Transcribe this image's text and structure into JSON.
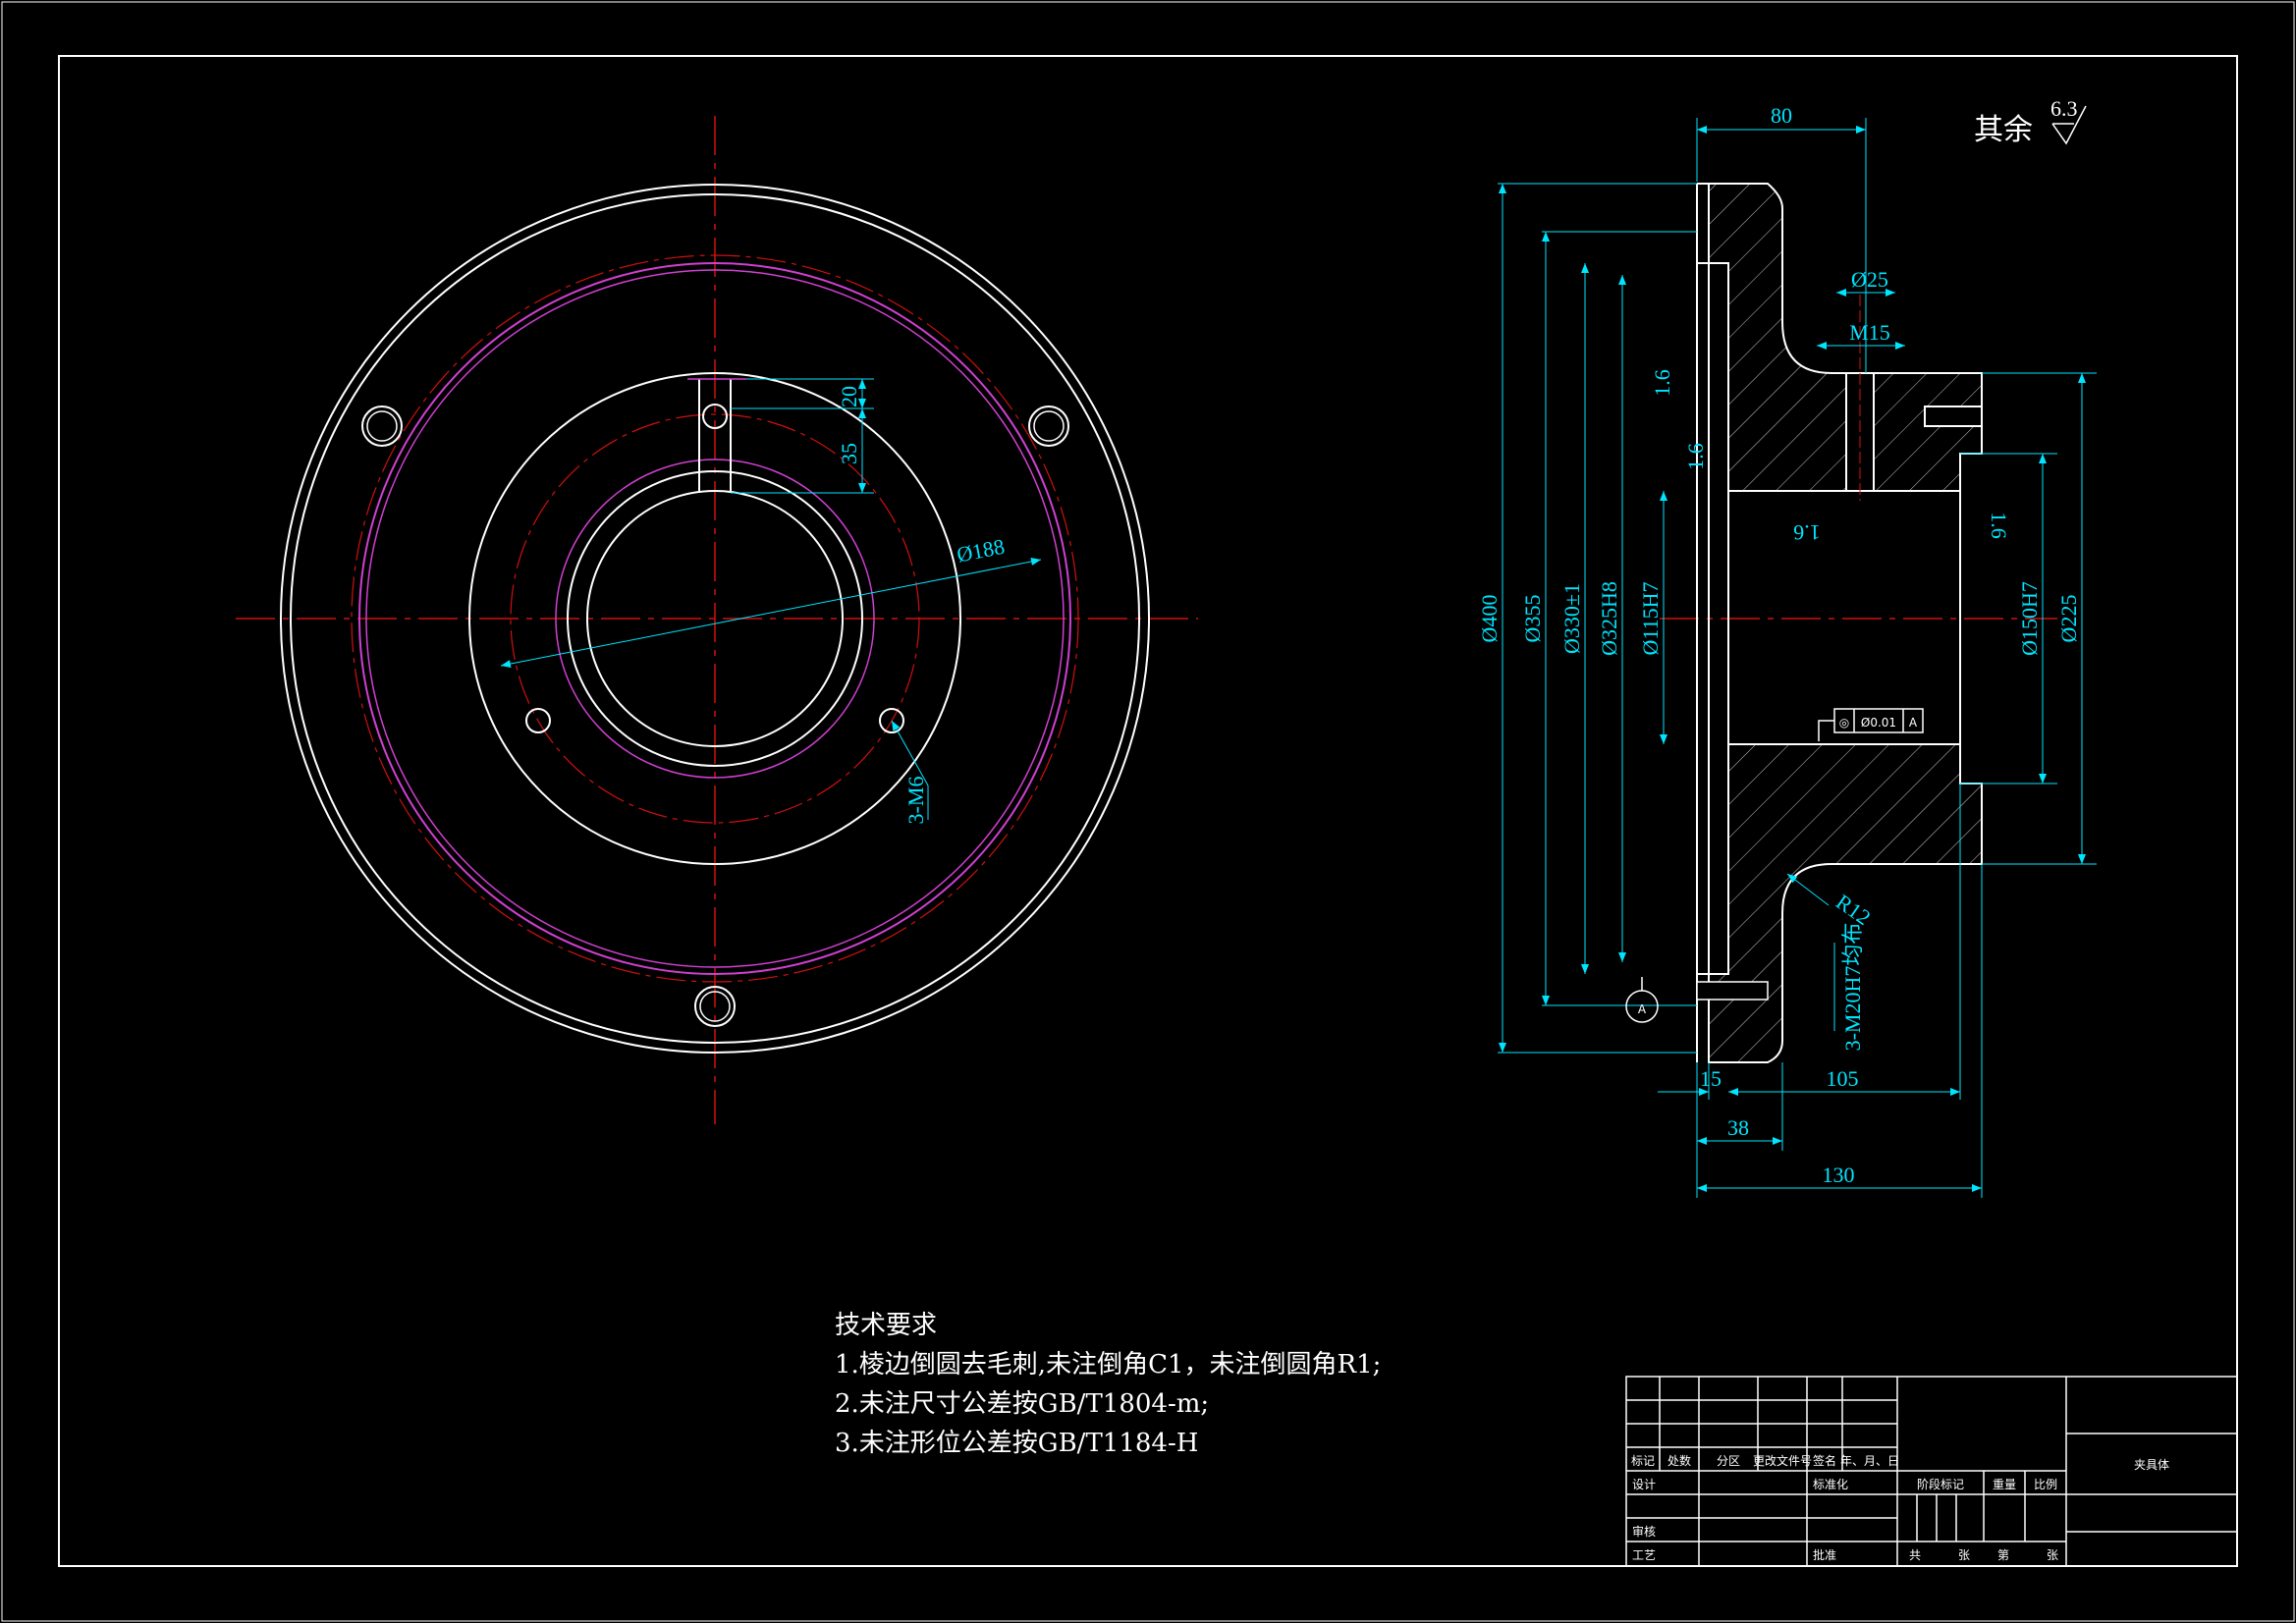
{
  "colors": {
    "background": "#000000",
    "outline": "#ffffff",
    "centerline": "#d01010",
    "dimension": "#00e5ff",
    "pitch": "#d040d0"
  },
  "surface_finish": {
    "label": "其余",
    "value": "6.3"
  },
  "front_view": {
    "dims": {
      "d188": "Ø188",
      "w20": "20",
      "h35": "35",
      "tap": "3-M6"
    }
  },
  "section_view": {
    "dims": {
      "top80": "80",
      "d25": "Ø25",
      "m15": "M15",
      "d400": "Ø400",
      "d355": "Ø355",
      "d330": "Ø330±1",
      "d325": "Ø325H8",
      "d115": "Ø115H7",
      "d150": "Ø150H7",
      "d225": "Ø225",
      "r12": "R12",
      "holes": "3-M20H7均布",
      "b15": "15",
      "b105": "105",
      "b38": "38",
      "b130": "130"
    },
    "roughness": {
      "r1": "1.6",
      "r2": "1.6",
      "r3": "1.6",
      "r4": "1.6"
    },
    "tolerance": {
      "symbol": "◎",
      "value": "Ø0.01",
      "datum": "A"
    },
    "datum_label": "A"
  },
  "notes": {
    "title": "技术要求",
    "lines": [
      "1.棱边倒圆去毛刺,未注倒角C1，未注倒圆角R1;",
      "2.未注尺寸公差按GB/T1804-m;",
      "3.未注形位公差按GB/T1184-H"
    ]
  },
  "title_block": {
    "headers": [
      "标记",
      "处数",
      "分区",
      "更改文件号",
      "签名",
      "年、月、日"
    ],
    "design": "设计",
    "standard": "标准化",
    "review": "审核",
    "process": "工艺",
    "approve": "批准",
    "stage_mark": "阶段标记",
    "weight": "重量",
    "scale": "比例",
    "total": "共",
    "sheets1": "张",
    "page": "第",
    "sheets2": "张",
    "part_name": "夹具体"
  }
}
